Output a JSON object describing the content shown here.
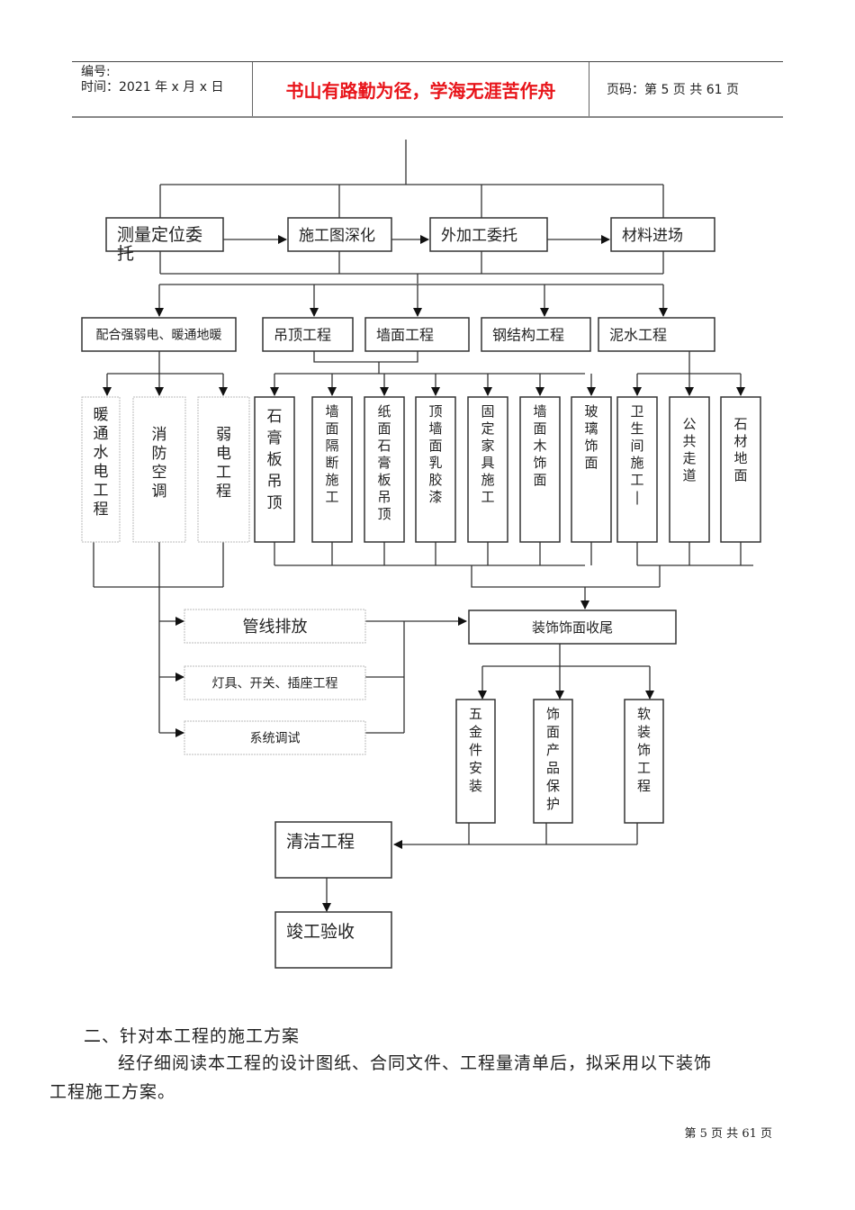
{
  "header": {
    "number_label": "编号:",
    "time_label": "时间：2021 年 x 月 x 日",
    "motto": "书山有路勤为径，学海无涯苦作舟",
    "page_label": "页码：第 5 页 共 61 页",
    "motto_color": "#e8141a"
  },
  "flowchart": {
    "row1": [
      "测量定位委托",
      "施工图深化",
      "外加工委托",
      "材料进场"
    ],
    "row2": [
      "配合强弱电、暖通地暖",
      "吊顶工程",
      "墙面工程",
      "钢结构工程",
      "泥水工程"
    ],
    "row3_mep": [
      "暖通水电工程",
      "消防空调",
      "弱电工程"
    ],
    "row3_finish": [
      "石膏板吊顶",
      "墙面隔断施工",
      "纸面石膏板吊顶",
      "顶墙面乳胶漆",
      "固定家具施工",
      "墙面木饰面",
      "玻璃饰面"
    ],
    "row3_tile": [
      "卫生间施工—",
      "公共走道",
      "石材地面"
    ],
    "mep_steps": [
      "管线排放",
      "灯具、开关、插座工程",
      "系统调试"
    ],
    "finishing": "装饰饰面收尾",
    "row5": [
      "五金件安装",
      "饰面产品保护",
      "软装饰工程"
    ],
    "cleaning": "清洁工程",
    "acceptance": "竣工验收"
  },
  "section": {
    "heading": "二、针对本工程的施工方案",
    "paragraph_line1": "经仔细阅读本工程的设计图纸、合同文件、工程量清单后，拟采用以下装饰",
    "paragraph_line2": "工程施工方案。"
  },
  "footer": {
    "page": "第 5 页 共 61 页"
  }
}
